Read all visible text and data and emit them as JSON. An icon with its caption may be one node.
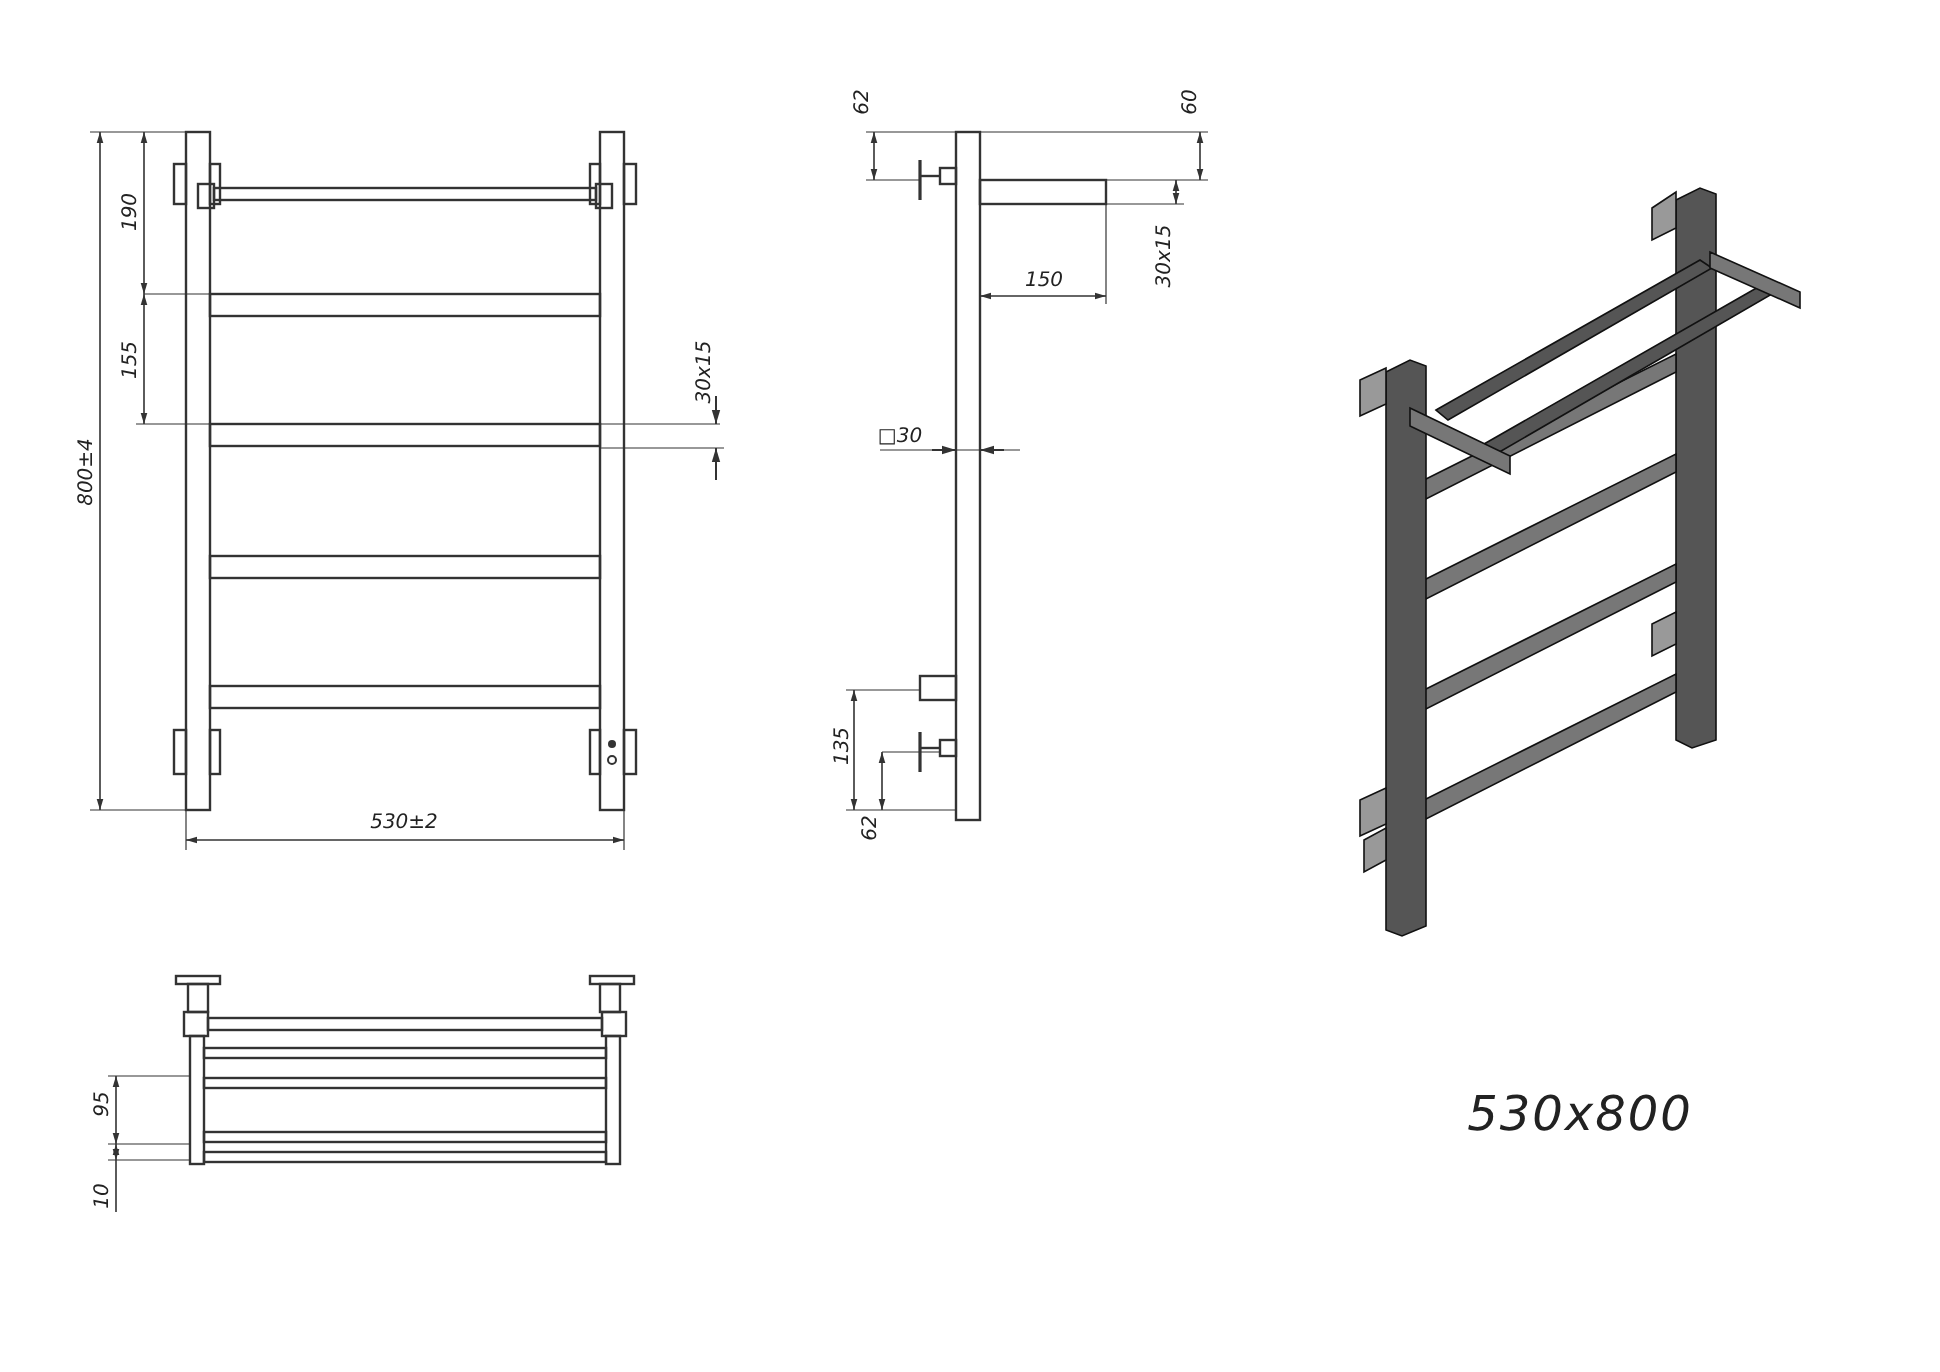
{
  "diagram": {
    "labels": [
      "800±4",
      "190",
      "155",
      "30x15",
      "530±2",
      "62",
      "60",
      "150",
      "30x15",
      "□30",
      "135",
      "62",
      "95",
      "10",
      "530x800"
    ]
  }
}
